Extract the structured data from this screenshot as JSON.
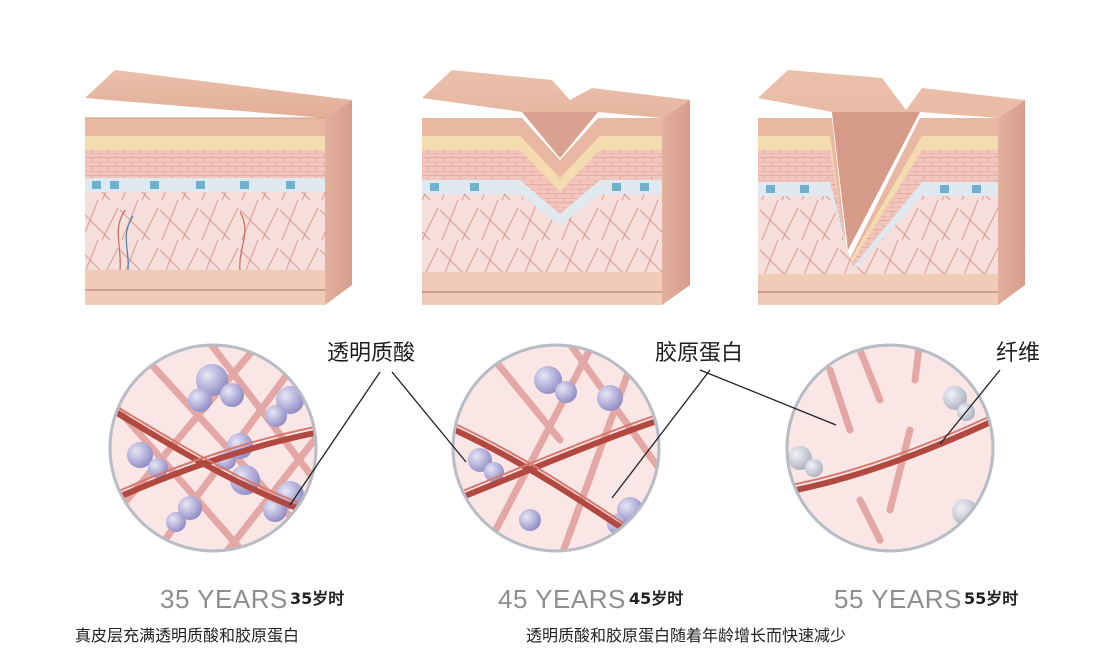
{
  "labels": {
    "hyaluronic": "透明质酸",
    "collagen": "胶原蛋白",
    "fiber": "纤维"
  },
  "stages": [
    {
      "years": "35 YEARS",
      "age_cn": "35岁时"
    },
    {
      "years": "45 YEARS",
      "age_cn": "45岁时"
    },
    {
      "years": "55 YEARS",
      "age_cn": "55岁时"
    }
  ],
  "captions": {
    "left": "真皮层充满透明质酸和胶原蛋白",
    "right": "透明质酸和胶原蛋白随着年龄增长而快速减少"
  },
  "colors": {
    "skin_top": "#e8b9a4",
    "skin_front": "#f2cdbb",
    "epidermis_yellow": "#f4dcb0",
    "cell_layer": "#f0bfb8",
    "basal_blue": "#8fc3d9",
    "dermis": "#f6ddd9",
    "fiber_red": "#c0524a",
    "hyaluronic_purple": "#a9a4d6",
    "circle_border": "#b7bcc5"
  }
}
